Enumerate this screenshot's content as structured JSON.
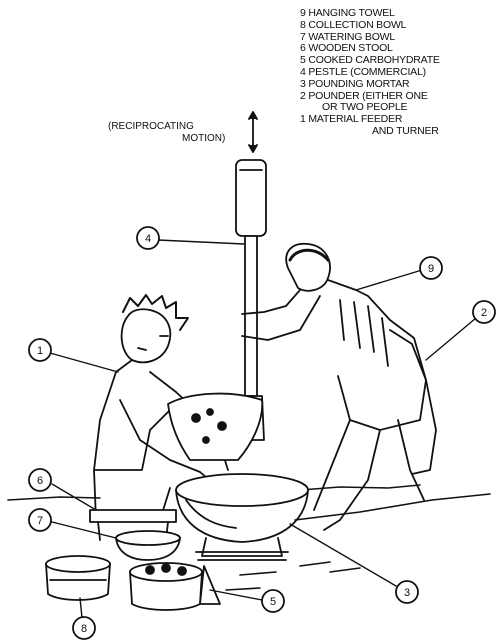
{
  "legend": [
    {
      "num": "9",
      "label": "HANGING TOWEL"
    },
    {
      "num": "8",
      "label": "COLLECTION BOWL"
    },
    {
      "num": "7",
      "label": "WATERING BOWL"
    },
    {
      "num": "6",
      "label": "WOODEN STOOL"
    },
    {
      "num": "5",
      "label": "COOKED CARBOHYDRATE"
    },
    {
      "num": "4",
      "label": "PESTLE (COMMERCIAL)"
    },
    {
      "num": "3",
      "label": "POUNDING MORTAR"
    },
    {
      "num": "2",
      "label": "POUNDER (EITHER ONE",
      "cont": "OR TWO PEOPLE"
    },
    {
      "num": "1",
      "label": "MATERIAL FEEDER",
      "cont": "AND TURNER"
    }
  ],
  "motion_label": {
    "line1": "(RECIPROCATING",
    "line2": "MOTION)"
  },
  "callouts": [
    "1",
    "2",
    "3",
    "4",
    "5",
    "6",
    "7",
    "8",
    "9"
  ]
}
